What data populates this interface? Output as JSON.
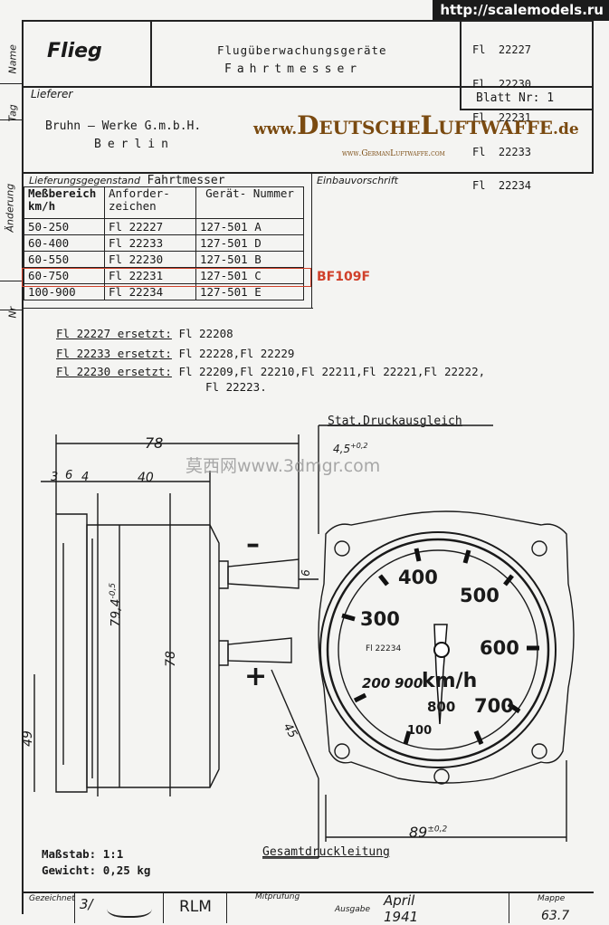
{
  "watermark_top": "http://scalemodels.ru",
  "side_labels": [
    "Name",
    "Tag",
    "Änderung",
    "Nr"
  ],
  "header": {
    "name": "Flieg",
    "title_line1": "Flugüberwachungsgeräte",
    "title_line2": "Fahrtmesser",
    "part_numbers": [
      "Fl  22227",
      "Fl  22230",
      "Fl  22231",
      "Fl  22233",
      "Fl  22234"
    ],
    "sheet": "Blatt Nr: 1"
  },
  "supplier": {
    "label": "Lieferer",
    "company": "Bruhn – Werke G.m.b.H.",
    "city": "Berlin"
  },
  "watermark_site": {
    "prefix": "www.",
    "name": "DeutscheLuftwaffe",
    "suffix": ".de",
    "sub": "www.GermanLuftwaffe.com"
  },
  "delivery": {
    "label": "Lieferungsgegenstand",
    "item": "Fahrtmesser",
    "install_label": "Einbauvorschrift",
    "columns": [
      "Meßbereich km/h",
      "Anforder- zeichen",
      "Gerät- Nummer"
    ],
    "rows": [
      {
        "range": "50-250",
        "code": "Fl 22227",
        "number": "127-501 A"
      },
      {
        "range": "60-400",
        "code": "Fl 22233",
        "number": "127-501 D"
      },
      {
        "range": "60-550",
        "code": "Fl 22230",
        "number": "127-501 B"
      },
      {
        "range": "60-750",
        "code": "Fl 22231",
        "number": "127-501 C"
      },
      {
        "range": "100-900",
        "code": "Fl 22234",
        "number": "127-501 E"
      }
    ],
    "highlight_note": "BF109F",
    "highlight_color": "#d0402a"
  },
  "replacements": [
    {
      "label": "Fl 22227 ersetzt:",
      "value": "Fl 22208"
    },
    {
      "label": "Fl 22233 ersetzt:",
      "value": "Fl 22228,Fl 22229"
    },
    {
      "label": "Fl 22230 ersetzt:",
      "value": "Fl 22209,Fl 22210,Fl 22211,Fl 22221,Fl 22222,"
    },
    {
      "label": "",
      "value": "Fl 22223."
    }
  ],
  "drawing": {
    "static_label": "Stat.Druckausgleich",
    "total_label": "Gesamtdruckleitung",
    "dim_total": "78",
    "dim_a": "3",
    "dim_b": "6",
    "dim_c": "4",
    "dim_d": "40",
    "dim_dia1": "79,4",
    "dim_dia1_tol": "-0,5",
    "dim_dia2": "78",
    "dim_49": "49",
    "dim_45": "45",
    "dim_6": "6",
    "dim_89": "89",
    "dim_89_tol": "±0,2",
    "dim_hole": "4,5",
    "dim_hole_tol": "+0,2",
    "minus": "–",
    "plus": "+",
    "dial_numbers": [
      "100",
      "200",
      "300",
      "400",
      "500",
      "600",
      "700",
      "800",
      "900"
    ],
    "dial_unit": "km/h",
    "dial_code": "Fl 22234",
    "watermark_cn": "莫西网www.3dmgr.com"
  },
  "footer": {
    "scale": "Maßstab: 1:1",
    "weight": "Gewicht: 0,25 kg",
    "drawn_label": "Gezeichnet",
    "drawn_value": "3/",
    "rlm": "RLM",
    "check_label": "Mitprüfung",
    "issue_label": "Ausgabe",
    "issue_value": "April 1941",
    "map_label": "Mappe",
    "map_value": "63.7"
  }
}
